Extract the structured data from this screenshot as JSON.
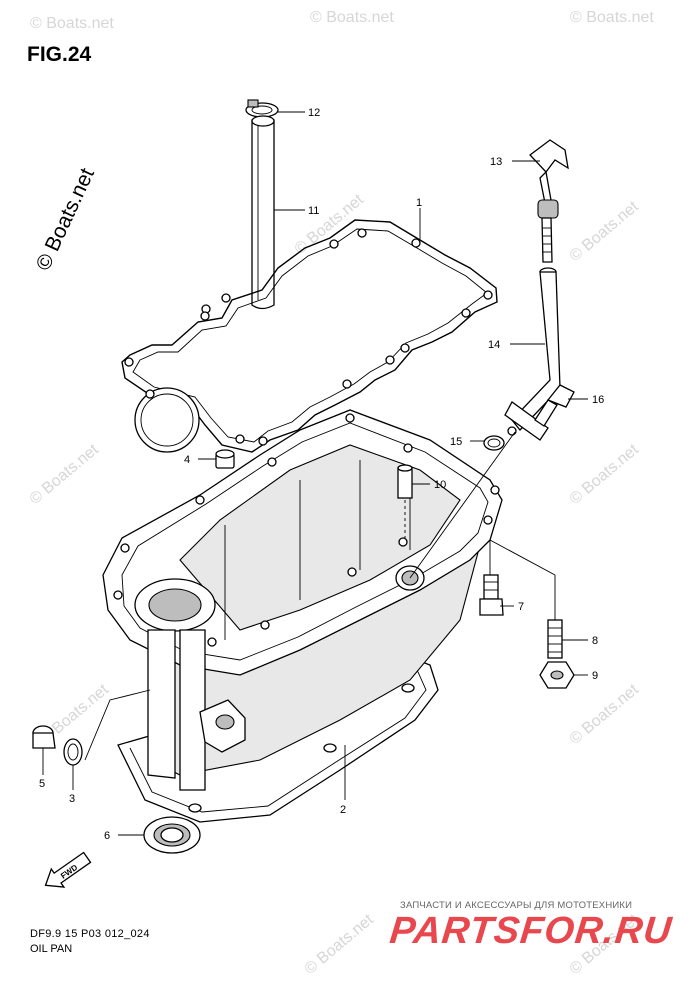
{
  "figure": {
    "title": "FIG.24",
    "diagram_code": "DF9.9 15 P03 012_024",
    "diagram_name": "OIL PAN"
  },
  "callouts": [
    "1",
    "2",
    "3",
    "4",
    "5",
    "6",
    "7",
    "8",
    "9",
    "10",
    "11",
    "12",
    "13",
    "14",
    "15",
    "16"
  ],
  "direction_label": "FWD",
  "watermark": {
    "text": "© Boats.net"
  },
  "shop_banner": {
    "subtitle": "ЗАПЧАСТИ И АКСЕССУАРЫ ДЛЯ МОТОТЕХНИКИ",
    "logo": "PARTSFOR.RU",
    "logo_color": "#e8474d"
  }
}
